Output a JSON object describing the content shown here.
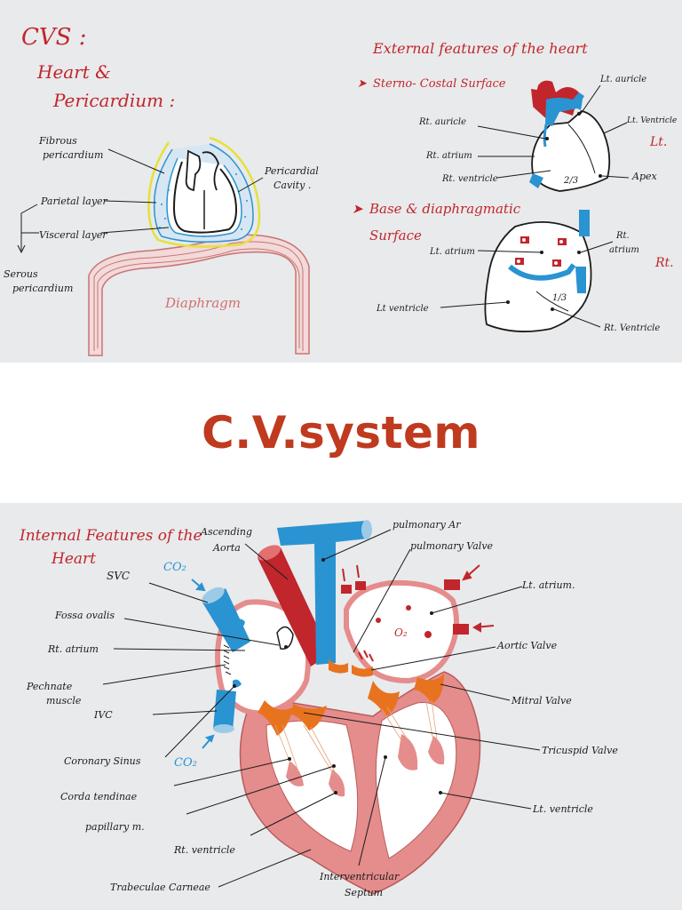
{
  "colors": {
    "red": "#c0262b",
    "blue": "#2a93d1",
    "pink": "#e58c8c",
    "orange": "#e8731f",
    "yellow": "#e2e23c",
    "ink": "#1b1b1b",
    "title_red": "#bf3a1e",
    "board": "#e9eaec"
  },
  "top_left": {
    "heading_line1": "CVS :",
    "heading_line2": "Heart &",
    "heading_line3": "Pericardium :",
    "labels": {
      "fibrous": [
        "Fibrous",
        "pericardium"
      ],
      "parietal": "Parietal layer",
      "visceral": "Visceral layer",
      "serous": [
        "Serous",
        "pericardium"
      ],
      "cavity": [
        "Pericardial",
        "Cavity ."
      ],
      "diaphragm": "Diaphragm"
    }
  },
  "top_right": {
    "heading": "External features of the heart",
    "bullet1": "Sterno- Costal Surface",
    "bullet2_line1": "Base & diaphragmatic",
    "bullet2_line2": "Surface",
    "sterno_labels": {
      "lt_auricle": "Lt. auricle",
      "rt_auricle": "Rt. auricle",
      "lt_ventricle": "Lt. Ventricle",
      "lt": "Lt.",
      "rt_atrium": "Rt. atrium",
      "fraction": "2/3",
      "rt_ventricle": "Rt. ventricle",
      "apex": "Apex"
    },
    "base_labels": {
      "lt_atrium": "Lt. atrium",
      "rt_atrium": [
        "Rt.",
        "atrium"
      ],
      "rt": "Rt.",
      "fraction": "1/3",
      "lt_ventricle": "Lt ventricle",
      "rt_ventricle": "Rt. Ventricle"
    }
  },
  "band": {
    "title": "C.V.system"
  },
  "bottom": {
    "heading_line1": "Internal Features of the",
    "heading_line2": "Heart",
    "co2_top": "CO₂",
    "co2_bottom": "CO₂",
    "o2": "O₂",
    "left_labels": {
      "ascending_aorta": [
        "Ascending",
        "Aorta"
      ],
      "svc": "SVC",
      "fossa_ovalis": "Fossa ovalis",
      "rt_atrium": "Rt. atrium",
      "pectinate": [
        "Pechnate",
        "muscle"
      ],
      "ivc": "IVC",
      "coronary_sinus": "Coronary Sinus",
      "corda": "Corda tendinae",
      "papillary": "papillary m.",
      "rt_ventricle": "Rt. ventricle",
      "trabeculae": "Trabeculae Carneae",
      "septum": [
        "Interventricular",
        "Septum"
      ]
    },
    "right_labels": {
      "pulmonary_ar": "pulmonary Ar",
      "pulmonary_valve": "pulmonary Valve",
      "lt_atrium": "Lt. atrium.",
      "aortic_valve": "Aortic Valve",
      "mitral_valve": "Mitral Valve",
      "tricuspid_valve": "Tricuspid Valve",
      "lt_ventricle": "Lt. ventricle"
    }
  }
}
